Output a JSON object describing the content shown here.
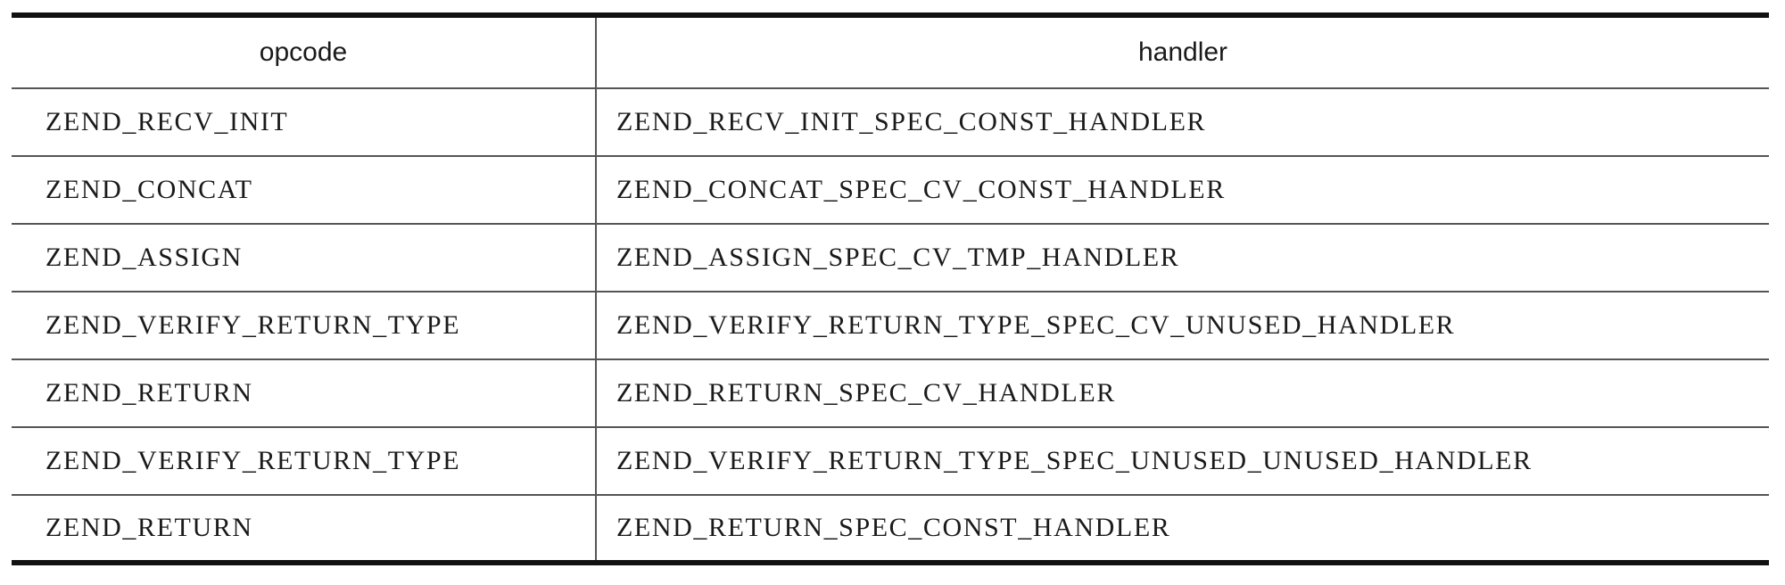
{
  "table": {
    "headers": {
      "opcode": "opcode",
      "handler": "handler"
    },
    "rows": [
      {
        "opcode": "ZEND_RECV_INIT",
        "handler": "ZEND_RECV_INIT_SPEC_CONST_HANDLER"
      },
      {
        "opcode": "ZEND_CONCAT",
        "handler": "ZEND_CONCAT_SPEC_CV_CONST_HANDLER"
      },
      {
        "opcode": "ZEND_ASSIGN",
        "handler": "ZEND_ASSIGN_SPEC_CV_TMP_HANDLER"
      },
      {
        "opcode": "ZEND_VERIFY_RETURN_TYPE",
        "handler": "ZEND_VERIFY_RETURN_TYPE_SPEC_CV_UNUSED_HANDLER"
      },
      {
        "opcode": "ZEND_RETURN",
        "handler": "ZEND_RETURN_SPEC_CV_HANDLER"
      },
      {
        "opcode": "ZEND_VERIFY_RETURN_TYPE",
        "handler": "ZEND_VERIFY_RETURN_TYPE_SPEC_UNUSED_UNUSED_HANDLER"
      },
      {
        "opcode": "ZEND_RETURN",
        "handler": "ZEND_RETURN_SPEC_CONST_HANDLER"
      }
    ]
  }
}
